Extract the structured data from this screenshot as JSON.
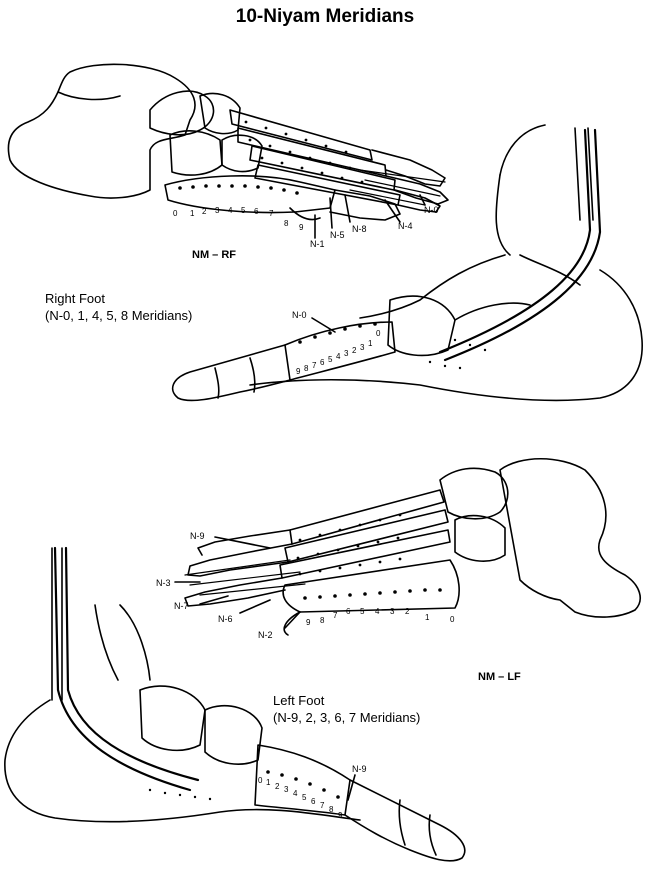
{
  "title": "10-Niyam Meridians",
  "right_foot": {
    "tag": "NM – RF",
    "caption_line1": "Right Foot",
    "caption_line2": "(N-0, 1, 4, 5, 8 Meridians)",
    "top_view_labels": [
      "N-0",
      "N-4",
      "N-8",
      "N-5",
      "N-1"
    ],
    "top_view_numbers": [
      "0",
      "1",
      "2",
      "3",
      "4",
      "5",
      "6",
      "7",
      "8",
      "9"
    ],
    "side_view_label": "N-0",
    "side_view_numbers": [
      "9",
      "8",
      "7",
      "6",
      "5",
      "4",
      "3",
      "2",
      "3",
      "1",
      "0"
    ]
  },
  "left_foot": {
    "tag": "NM – LF",
    "caption_line1": "Left Foot",
    "caption_line2": "(N-9, 2, 3, 6, 7 Meridians)",
    "top_view_labels": [
      "N-9",
      "N-3",
      "N-7",
      "N-6",
      "N-2"
    ],
    "top_view_numbers": [
      "9",
      "8",
      "7",
      "6",
      "5",
      "4",
      "3",
      "2",
      "1",
      "0"
    ],
    "side_view_label": "N-9",
    "side_view_numbers": [
      "0",
      "1",
      "2",
      "3",
      "4",
      "5",
      "6",
      "7",
      "8",
      "9"
    ]
  }
}
